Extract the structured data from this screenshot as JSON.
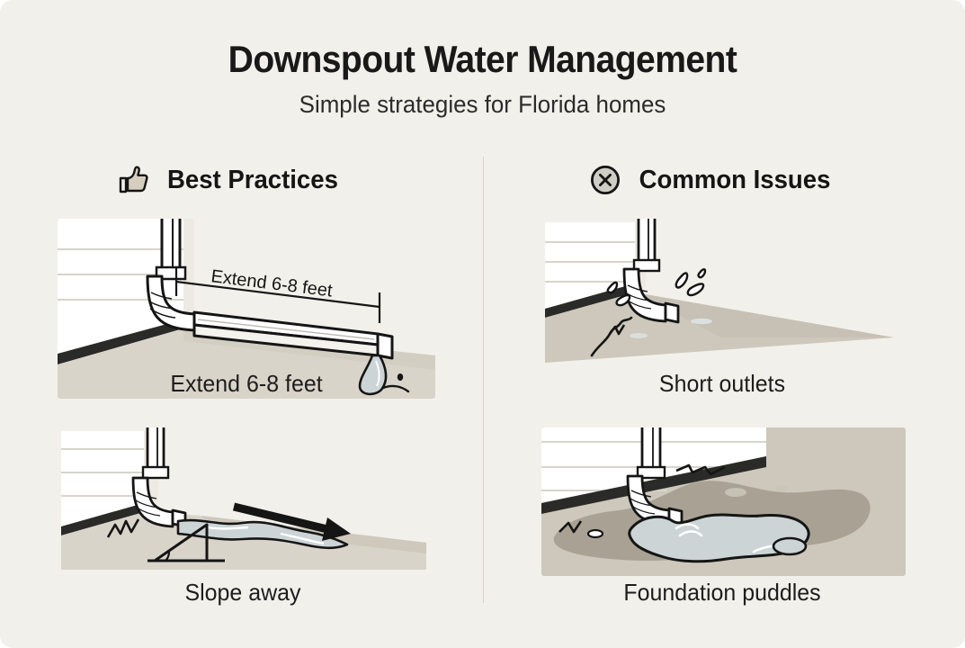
{
  "page": {
    "background_color": "#f2f0eb",
    "title": "Downspout Water Management",
    "subtitle": "Simple strategies for Florida homes"
  },
  "columns": {
    "left": {
      "icon": "thumbs-up-icon",
      "icon_fill": "#d6cfc0",
      "heading": "Best Practices"
    },
    "right": {
      "icon": "circle-x-icon",
      "icon_fill": "#cfcec4",
      "heading": "Common Issues"
    }
  },
  "panels": [
    {
      "id": "extend",
      "caption": "Extend 6-8 feet",
      "annotation": "Extend 6-8 feet",
      "column": "left",
      "elements": [
        "house-wall",
        "siding-lines",
        "downspout",
        "elbow",
        "extension-pipe",
        "dimension-line",
        "water-stream"
      ]
    },
    {
      "id": "short",
      "caption": "Short outlets",
      "column": "right",
      "elements": [
        "house-wall",
        "siding-lines",
        "downspout",
        "short-elbow",
        "splash-droplets",
        "erosion-crack",
        "ground-wedge"
      ]
    },
    {
      "id": "slope",
      "caption": "Slope away",
      "column": "left",
      "elements": [
        "house-wall",
        "siding-lines",
        "downspout",
        "elbow",
        "water-stream",
        "slope-arrow",
        "grade-triangle"
      ]
    },
    {
      "id": "puddle",
      "caption": "Foundation puddles",
      "column": "right",
      "elements": [
        "house-wall",
        "siding-lines",
        "downspout",
        "short-elbow",
        "puddle",
        "damp-soil",
        "ripples"
      ]
    }
  ],
  "colors": {
    "ink": "#151515",
    "wall": "#ffffff",
    "wall_shadow": "#e7e4dc",
    "ground_light": "#d9d4c9",
    "ground_mid": "#cdc8bb",
    "ground_dark": "#b8b2a4",
    "damp_soil": "#a9a294",
    "water": "#ccd4d6",
    "water_light": "#dfe6e7",
    "metal": "#ffffff",
    "metal_shade": "#e3e0d8",
    "divider": "#d8d5cd"
  }
}
